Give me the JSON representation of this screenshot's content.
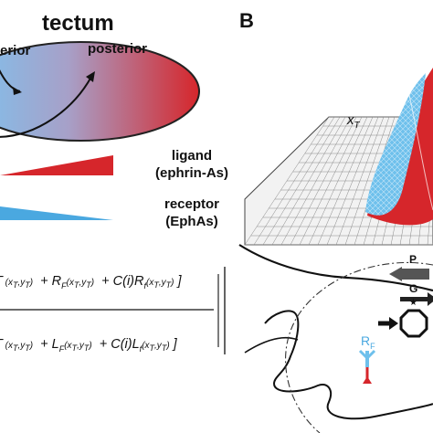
{
  "panel_a": {
    "title": "tectum",
    "anterior_fragment": "erior",
    "posterior": "posterior",
    "ligand_line1": "ligand",
    "ligand_line2": "(ephrin-As)",
    "receptor_line1": "receptor",
    "receptor_line2": "(EphAs)",
    "colors": {
      "blue": "#4aa8e0",
      "red": "#d6262b"
    }
  },
  "equation": {
    "numerator_terms": [
      "T(x_T,y_T)",
      "+ R_F(x_T,y_T)",
      "+ C(i) R_f(x_T,y_T)"
    ],
    "denominator_terms": [
      "T(x_T,y_T)",
      "+ L_F(x_T,y_T)",
      "+ C(i) L_f(x_T,y_T)"
    ]
  },
  "panel_b": {
    "panel_letter": "B",
    "axis_label": "x",
    "axis_sub": "T",
    "label_p": "P",
    "label_g": "G",
    "label_r": "R",
    "label_r_sub": "F"
  }
}
